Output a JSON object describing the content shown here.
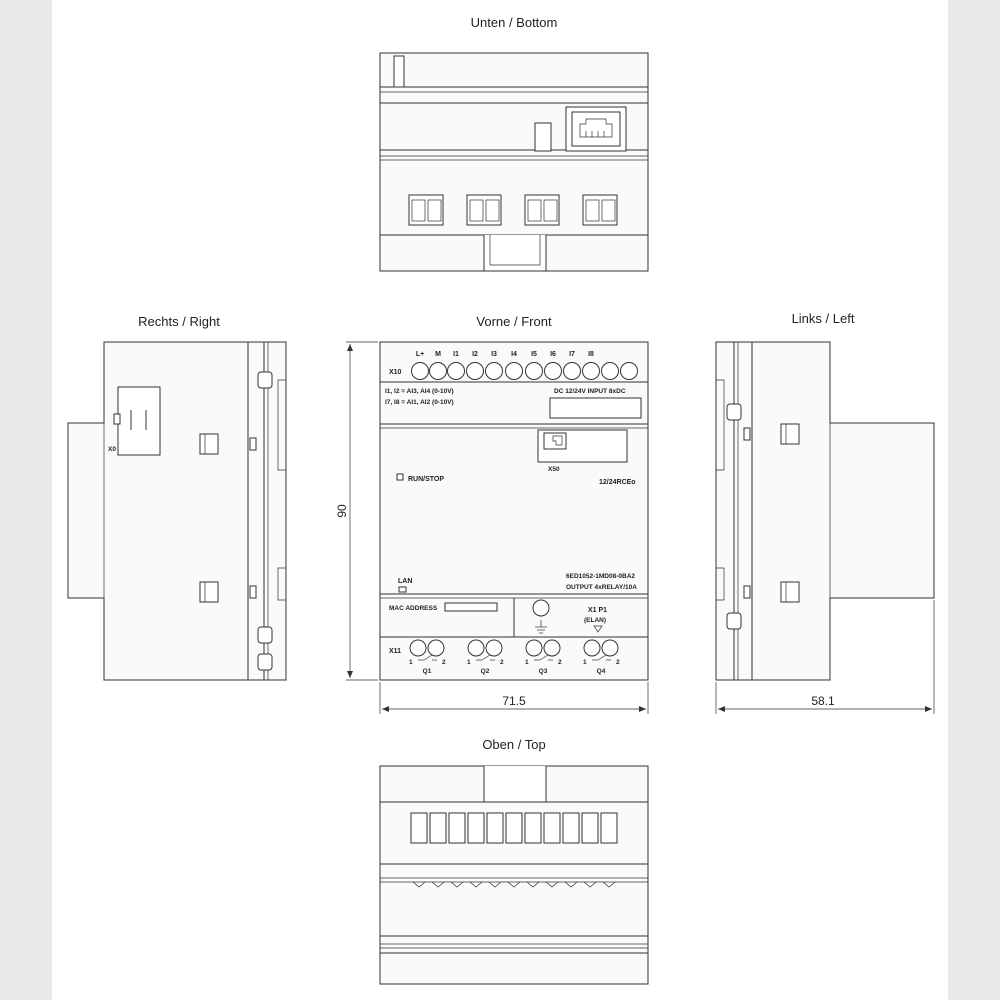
{
  "views": {
    "bottom": {
      "title": "Unten / Bottom"
    },
    "right": {
      "title": "Rechts / Right",
      "connector_label": "X0"
    },
    "front": {
      "title": "Vorne / Front",
      "x10_label": "X10",
      "top_terminals": [
        "L+",
        "M",
        "I1",
        "I2",
        "I3",
        "I4",
        "I5",
        "I6",
        "I7",
        "I8"
      ],
      "analog_line_1": "I1, I2 = AI3, AI4 (0-10V)",
      "analog_line_2": "I7, I8 = AI1, AI2 (0-10V)",
      "input_label": "DC 12/24V  INPUT 8xDC",
      "x50_label": "X50",
      "run_stop_label": "RUN/STOP",
      "model_label": "12/24RCEo",
      "order_number": "6ED1052-1MD08-0BA2",
      "output_label": "OUTPUT 4xRELAY/10A",
      "lan_label": "LAN",
      "mac_label": "MAC ADDRESS",
      "x1p1_label": "X1 P1",
      "elan_label": "(ELAN)",
      "x11_label": "X11",
      "relay_pin_left": "1",
      "relay_pin_right": "2",
      "outputs": [
        "Q1",
        "Q2",
        "Q3",
        "Q4"
      ]
    },
    "left": {
      "title": "Links / Left"
    },
    "top": {
      "title": "Oben / Top"
    }
  },
  "dimensions": {
    "height": "90",
    "width": "71.5",
    "depth": "58.1"
  },
  "colors": {
    "background": "#e8e8e8",
    "sheet": "#ffffff",
    "line": "#333333"
  }
}
